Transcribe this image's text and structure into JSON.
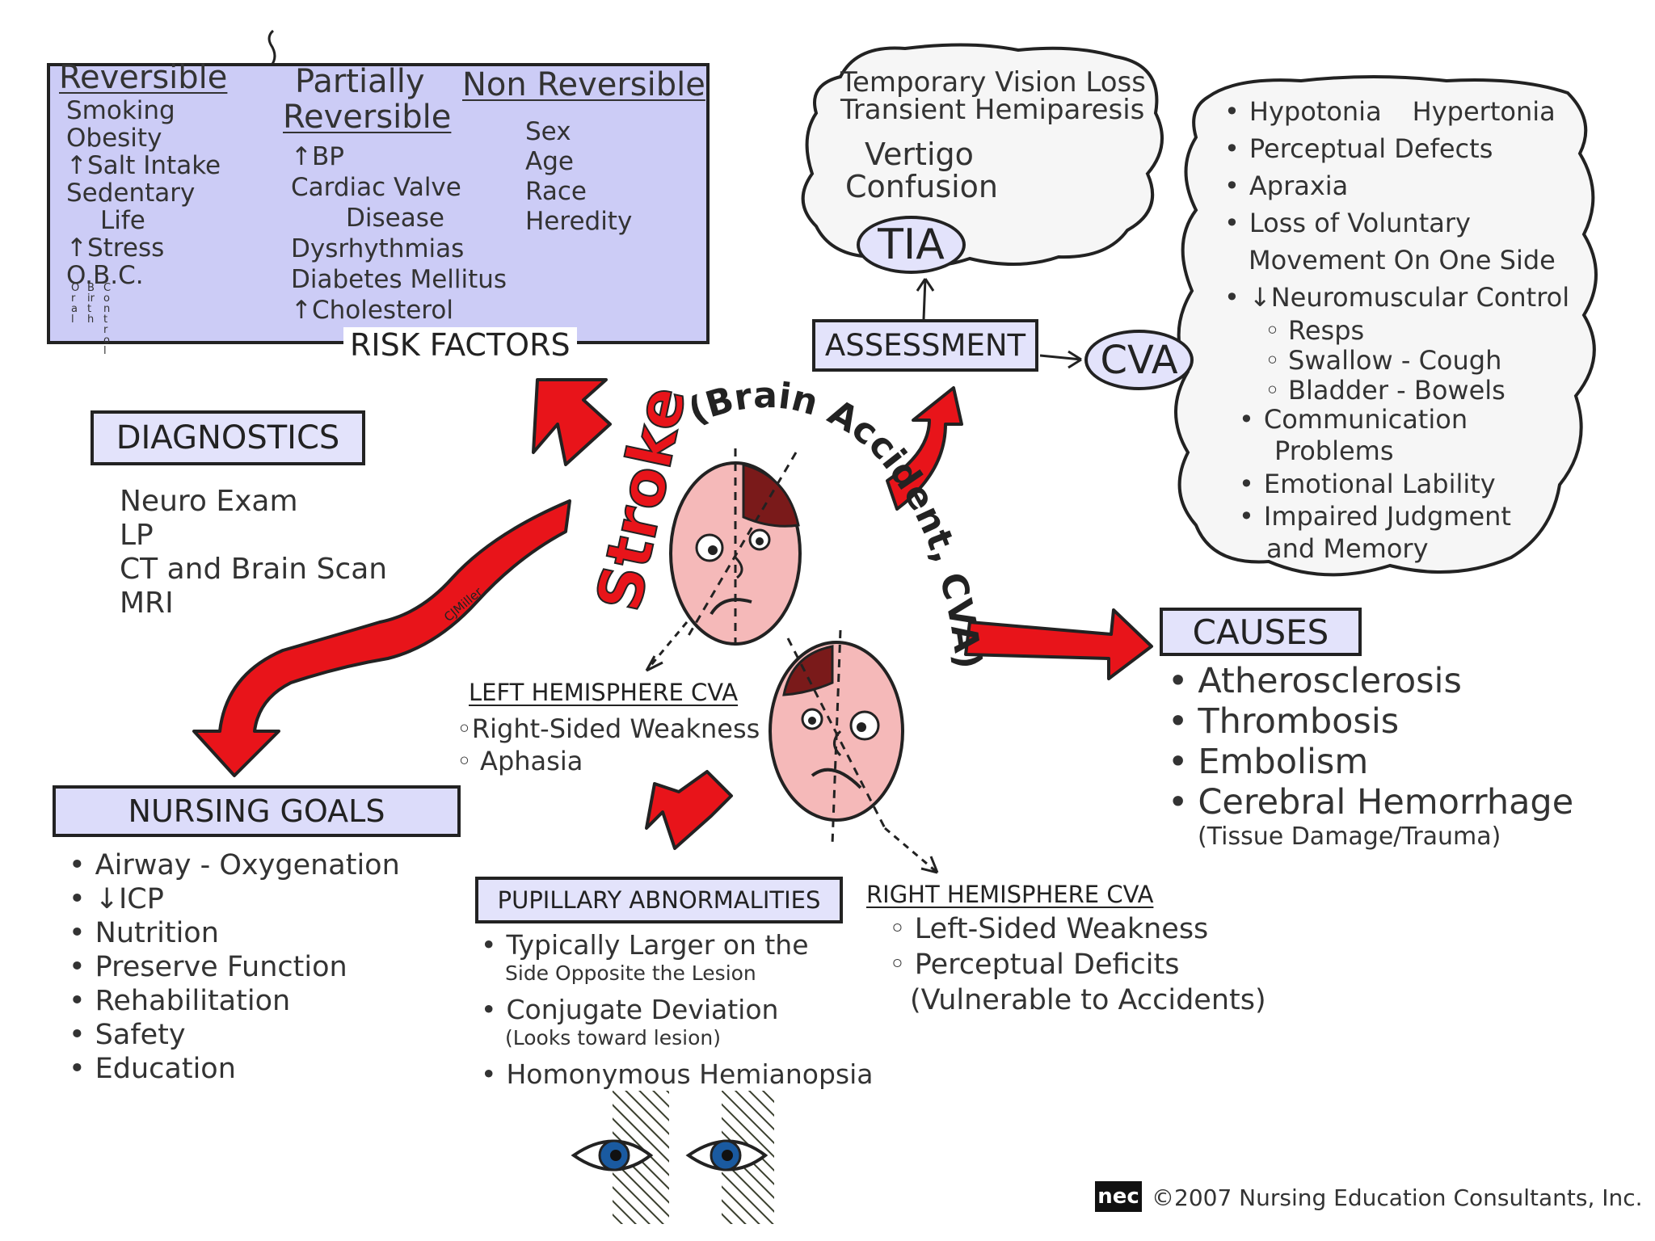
{
  "risk_factors": {
    "title": "RISK FACTORS",
    "reversible": {
      "heading": "Reversible",
      "items": [
        "Smoking",
        "Obesity",
        "↑Salt Intake",
        "Sedentary",
        "Life",
        "↑Stress",
        "O.B.C."
      ],
      "obc_vertical": [
        "Oral",
        "Birth",
        "Control"
      ]
    },
    "partially": {
      "heading_line1": "Partially",
      "heading_line2": "Reversible",
      "items": [
        "↑BP",
        "Cardiac Valve",
        "Disease",
        "Dysrhythmias",
        "Diabetes Mellitus",
        "↑Cholesterol"
      ]
    },
    "non_reversible": {
      "heading": "Non Reversible",
      "items": [
        "Sex",
        "Age",
        "Race",
        "Heredity"
      ]
    }
  },
  "tia": {
    "lines": [
      "Temporary Vision Loss",
      "Transient Hemiparesis",
      "Vertigo",
      "Confusion"
    ],
    "label": "TIA"
  },
  "assessment": {
    "label": "ASSESSMENT"
  },
  "cva": {
    "label": "CVA",
    "items": [
      "Hypotonia",
      "Hypertonia",
      "Perceptual Defects",
      "Apraxia",
      "Loss of Voluntary",
      "Movement On One Side",
      "↓Neuromuscular Control",
      "Resps",
      "Swallow - Cough",
      "Bladder - Bowels",
      "Communication",
      "Problems",
      "Emotional Lability",
      "Impaired Judgment",
      "and Memory"
    ]
  },
  "diagnostics": {
    "title": "DIAGNOSTICS",
    "items": [
      "Neuro Exam",
      "LP",
      "CT and Brain Scan",
      "MRI"
    ]
  },
  "center": {
    "stroke": "Stroke",
    "subtitle": "(Brain Accident, CVA)",
    "signature": "CJMiller"
  },
  "left_hemisphere": {
    "title": "LEFT HEMISPHERE CVA",
    "items": [
      "Right-Sided Weakness",
      "Aphasia"
    ]
  },
  "right_hemisphere": {
    "title": "RIGHT HEMISPHERE CVA",
    "items": [
      "Left-Sided Weakness",
      "Perceptual Deficits",
      "(Vulnerable to Accidents)"
    ]
  },
  "causes": {
    "title": "CAUSES",
    "items": [
      "Atherosclerosis",
      "Thrombosis",
      "Embolism",
      "Cerebral Hemorrhage"
    ],
    "note": "(Tissue Damage/Trauma)"
  },
  "nursing_goals": {
    "title": "NURSING GOALS",
    "items": [
      "Airway - Oxygenation",
      "↓ICP",
      "Nutrition",
      "Preserve Function",
      "Rehabilitation",
      "Safety",
      "Education"
    ]
  },
  "pupillary": {
    "title": "PUPILLARY ABNORMALITIES",
    "items": [
      "Typically Larger on the",
      "Side Opposite the Lesion",
      "Conjugate Deviation",
      "(Looks toward lesion)",
      "Homonymous Hemianopsia"
    ]
  },
  "footer": {
    "logo": "nec",
    "copyright": "©2007 Nursing Education Consultants, Inc."
  },
  "colors": {
    "box_fill": "#ccccf6",
    "label_fill": "#e3e3fb",
    "arrow_red": "#e8141a",
    "face": "#f5b9b9",
    "lesion": "#7a1a1a"
  }
}
